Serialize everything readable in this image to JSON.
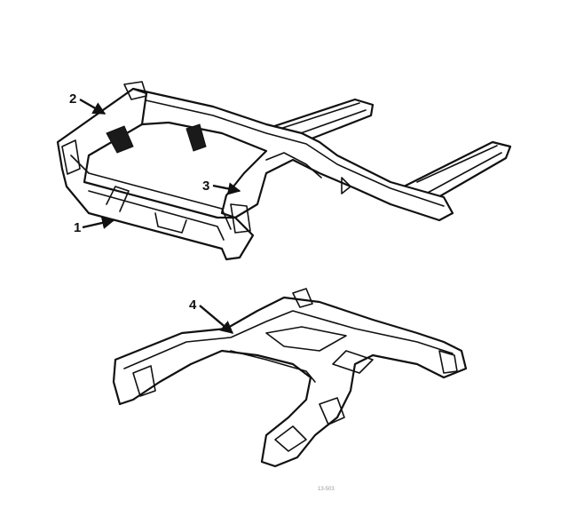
{
  "callouts": [
    {
      "id": "1",
      "label": "1"
    },
    {
      "id": "2",
      "label": "2"
    },
    {
      "id": "3",
      "label": "3"
    },
    {
      "id": "4",
      "label": "4"
    }
  ],
  "footer_mark": "13-503",
  "colors": {
    "line": "#111111",
    "background": "#ffffff"
  }
}
